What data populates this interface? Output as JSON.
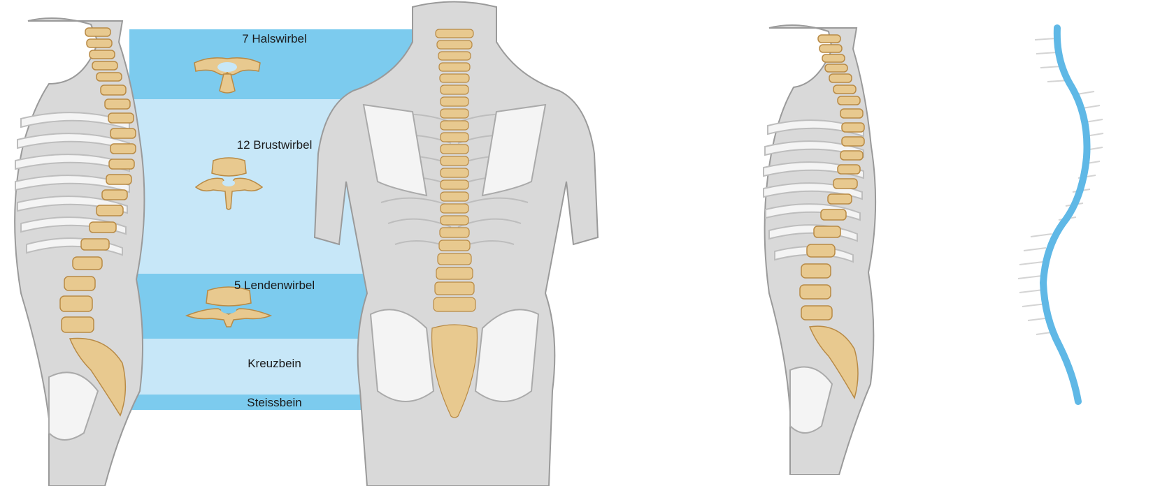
{
  "regions": [
    {
      "label": "7 Halswirbel",
      "tone": "dark"
    },
    {
      "label": "12 Brustwirbel",
      "tone": "light"
    },
    {
      "label": "5 Lendenwirbel",
      "tone": "dark"
    },
    {
      "label": "Kreuzbein",
      "tone": "light"
    },
    {
      "label": "Steissbein",
      "tone": "dark"
    }
  ],
  "colors": {
    "band_dark": "#7ccbee",
    "band_light": "#c7e7f8",
    "bone": "#e8c98f",
    "bone_dark": "#b88a45",
    "body": "#d9d9d9",
    "rib": "#f4f4f4",
    "curve": "#5fb8e6"
  }
}
